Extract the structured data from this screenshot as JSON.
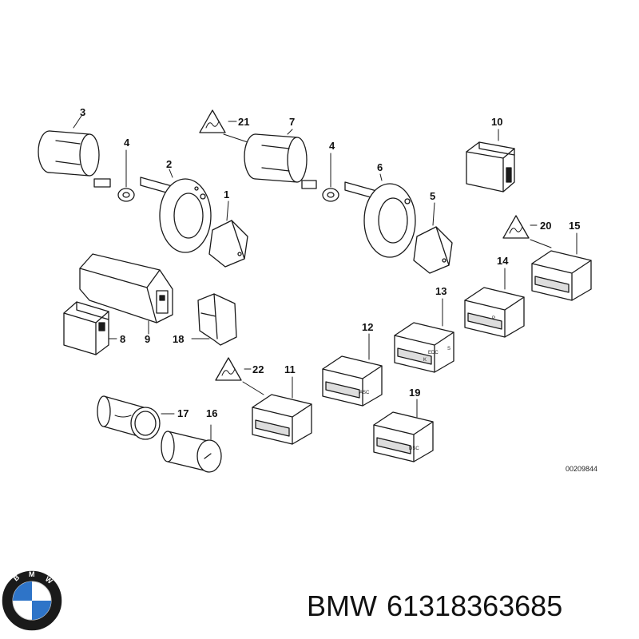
{
  "callouts": [
    "3",
    "4",
    "2",
    "1",
    "21",
    "7",
    "4",
    "6",
    "5",
    "10",
    "20",
    "15",
    "14",
    "13",
    "12",
    "11",
    "22",
    "8",
    "9",
    "18",
    "17",
    "16",
    "19"
  ],
  "button_labels": {
    "asc": "ASC",
    "dsc": "DSC",
    "edc": "EDC",
    "k": "K",
    "s": "S",
    "p": "P"
  },
  "reference_number": "00209844",
  "footer": {
    "brand": "BMW",
    "part_number": "61318363685"
  },
  "logo": {
    "text": "BMW",
    "colors": {
      "blue": "#2e74c8",
      "white": "#ffffff",
      "ring": "#1a1a1a"
    }
  }
}
